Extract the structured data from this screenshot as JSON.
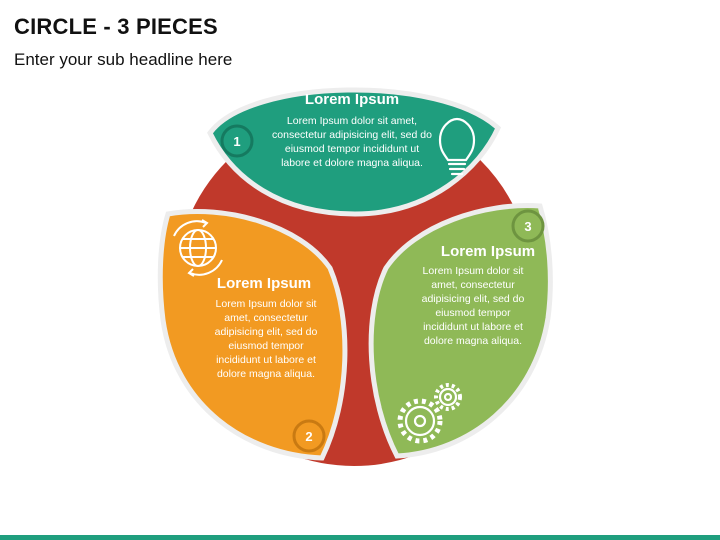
{
  "slide": {
    "title": "CIRCLE - 3 PIECES",
    "subtitle": "Enter your sub headline here"
  },
  "pieces": [
    {
      "number": "1",
      "heading": "Lorem Ipsum",
      "body": [
        "Lorem Ipsum dolor sit amet,",
        "consectetur adipisicing elit, sed do",
        "eiusmod tempor incididunt ut",
        "labore et dolore magna aliqua."
      ],
      "icon": "lightbulb-icon",
      "color": "#1f9e7e"
    },
    {
      "number": "2",
      "heading": "Lorem Ipsum",
      "body": [
        "Lorem Ipsum dolor sit",
        "amet, consectetur",
        "adipisicing elit, sed do",
        "eiusmod tempor",
        "incididunt ut labore et",
        "dolore magna aliqua."
      ],
      "icon": "globe-icon",
      "color": "#f29a22"
    },
    {
      "number": "3",
      "heading": "Lorem Ipsum",
      "body": [
        "Lorem Ipsum dolor sit",
        "amet, consectetur",
        "adipisicing elit, sed do",
        "eiusmod tempor",
        "incididunt ut labore et",
        "dolore magna aliqua."
      ],
      "icon": "gears-icon",
      "color": "#8fb957"
    }
  ],
  "colors": {
    "connector": "#c0392b",
    "outline": "#e6e6e6",
    "number_ring": "#7a7a7a",
    "bottom_bar": "#1f9e7e"
  }
}
